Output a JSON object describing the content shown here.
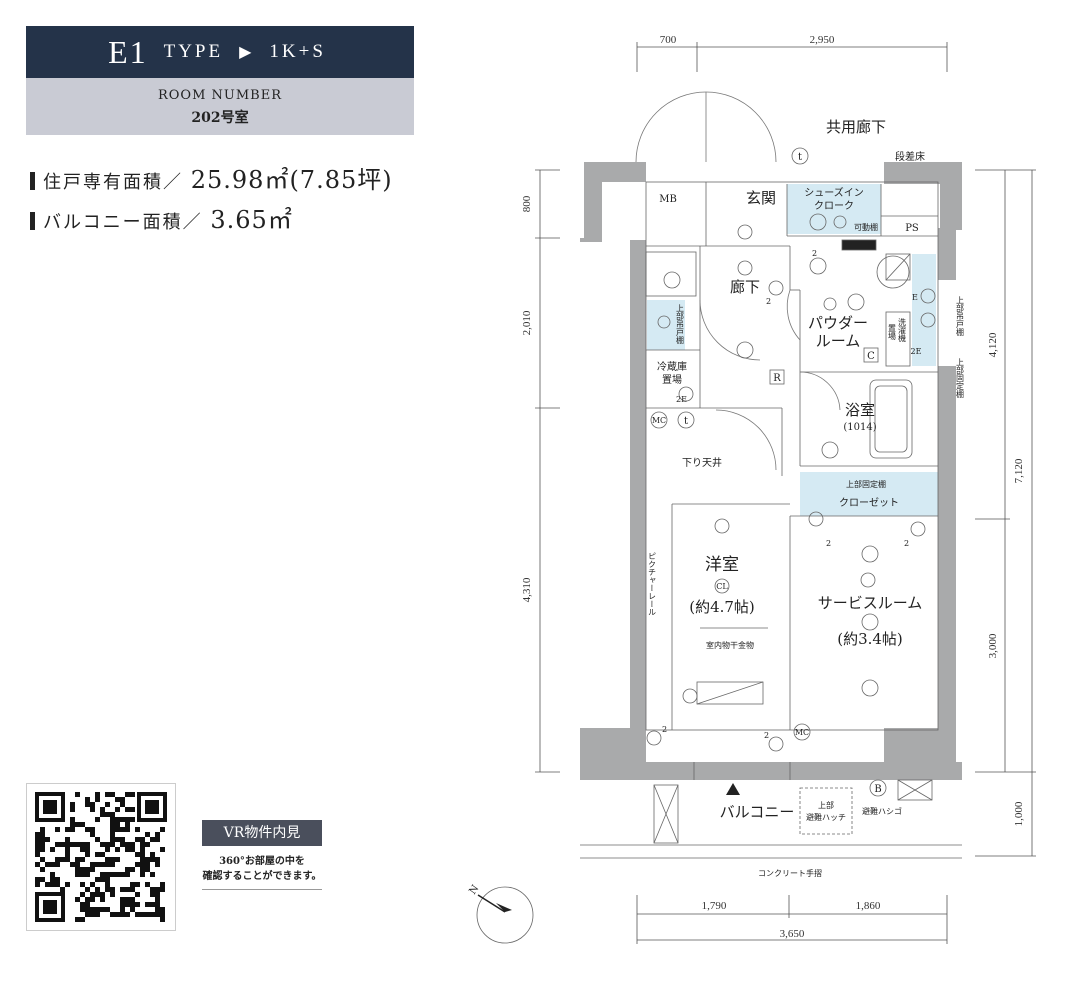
{
  "header": {
    "type_code": "E1",
    "type_word": "TYPE",
    "arrow": "▶",
    "layout": "1K+S",
    "room_number_label": "ROOM NUMBER",
    "room_number": "202号室"
  },
  "areas": {
    "private_label": "住戸専有面積／",
    "private_value": "25.98㎡(7.85坪)",
    "balcony_label": "バルコニー面積／",
    "balcony_value": "3.65㎡"
  },
  "vr": {
    "button": "VR物件内見",
    "line1": "360°お部屋の中を",
    "line2": "確認することができます。"
  },
  "plan": {
    "corridor": "共用廊下",
    "step_floor": "段差床",
    "mb": "MB",
    "entrance": "玄関",
    "shoes_in_1": "シューズイン",
    "shoes_in_2": "クローク",
    "movable_shelf": "可動棚",
    "ps": "PS",
    "hallway": "廊下",
    "powder_1": "パウダー",
    "powder_2": "ルーム",
    "washer_1": "洗濯機",
    "washer_2": "置場",
    "upper_cabinet_right": "上部吊戸棚",
    "upper_fixed_right": "上部固定棚",
    "upper_cabinet_left": "上部吊戸棚",
    "fridge_1": "冷蔵庫",
    "fridge_2": "置場",
    "bath": "浴室",
    "bath_size": "(1014)",
    "lowered_ceiling": "下り天井",
    "closet_upper": "上部固定棚",
    "closet": "クローゼット",
    "western": "洋室",
    "western_size": "(約4.7帖)",
    "picture_rail": "ピクチャーレール",
    "drying_hook": "室内物干金物",
    "service_room": "サービスルーム",
    "service_size": "(約3.4帖)",
    "balcony": "バルコニー",
    "hatch_1": "上部",
    "hatch_2": "避難ハッチ",
    "ladder": "避難ハシゴ",
    "handrail": "コンクリート手摺",
    "sym_t": "t",
    "sym_mc": "MC",
    "sym_r": "R",
    "sym_c": "C",
    "sym_cl": "CL",
    "sym_b": "B",
    "sym_n": "N",
    "sym_2": "2",
    "sym_2e": "2E",
    "sym_e": "E"
  },
  "dimensions": {
    "top_left": "700",
    "top_right": "2,950",
    "left_top": "800",
    "left_mid": "2,010",
    "left_bottom": "4,310",
    "right_upper": "4,120",
    "right_total": "7,120",
    "right_lower": "3,000",
    "right_balcony": "1,000",
    "bottom_left": "1,790",
    "bottom_right": "1,860",
    "bottom_total": "3,650"
  },
  "colors": {
    "header_dark": "#243349",
    "header_light": "#c9cbd4",
    "wall": "#a9aaab",
    "storage": "#d5eaf3"
  }
}
